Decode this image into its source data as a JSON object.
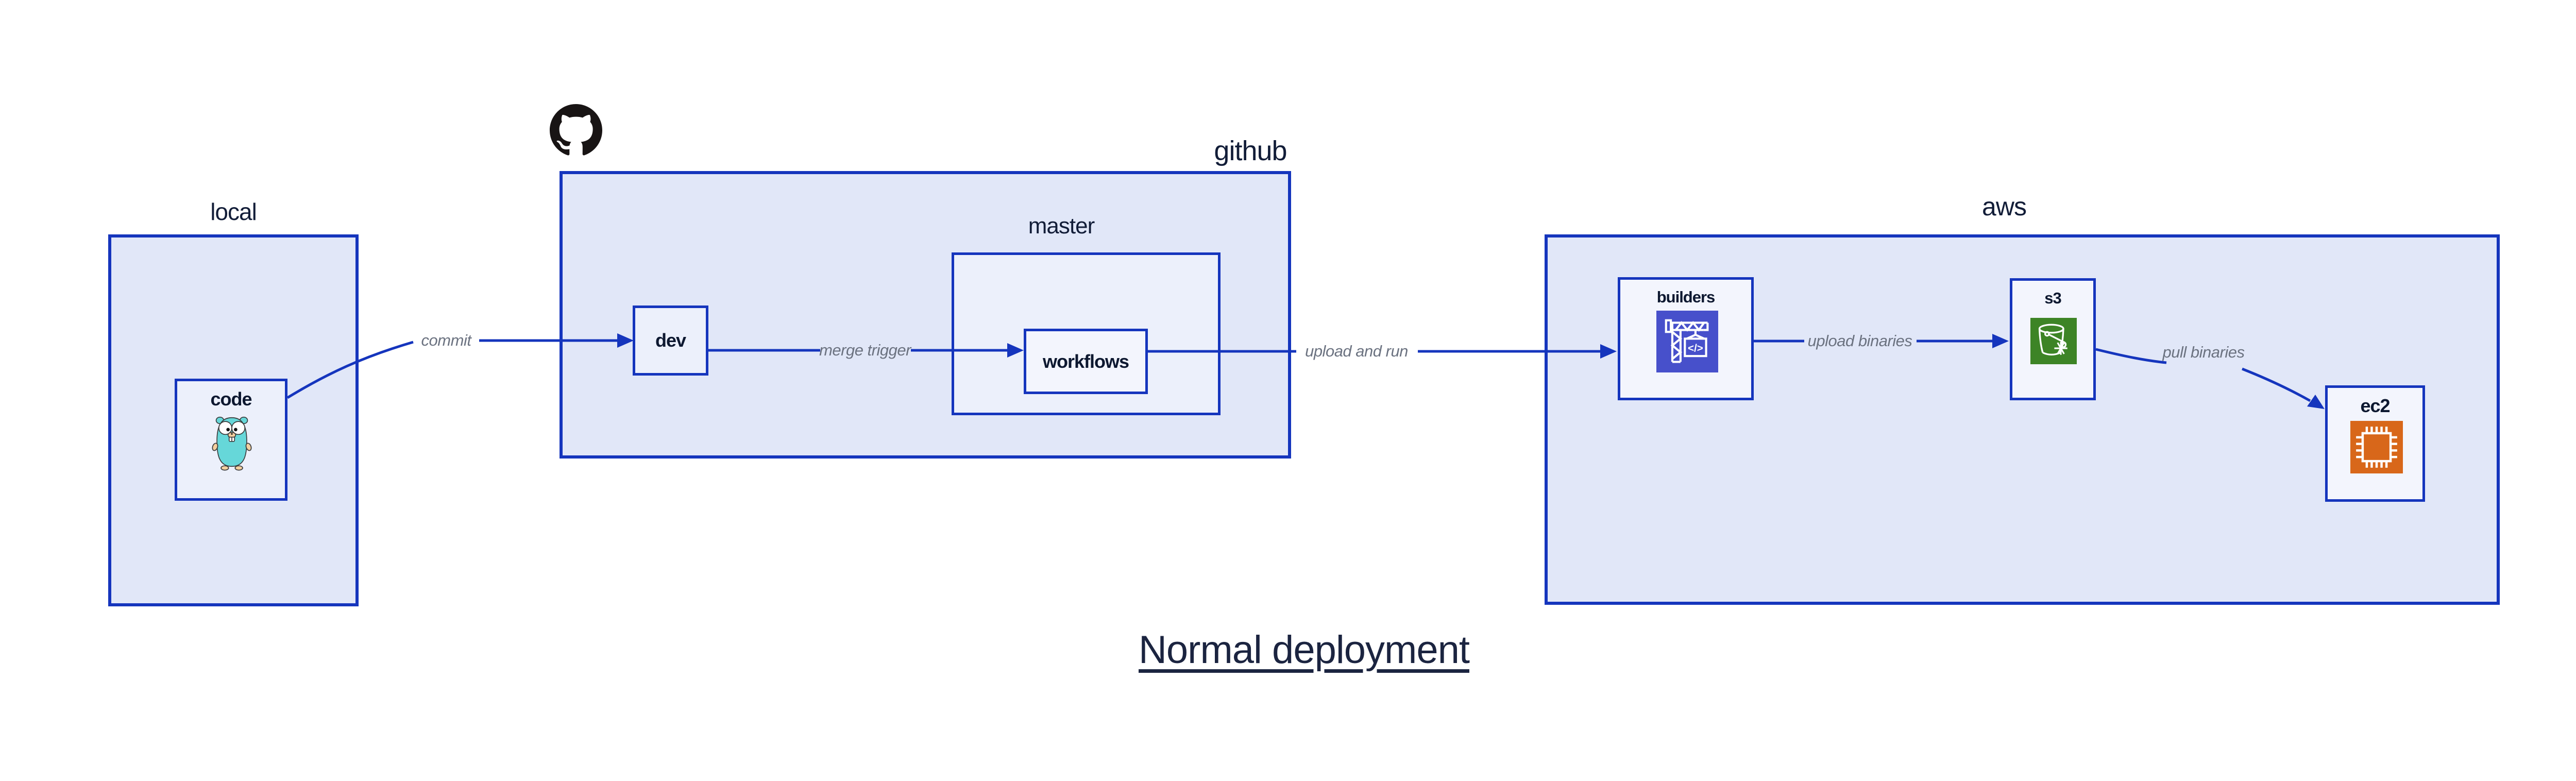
{
  "title": "Normal deployment",
  "groups": {
    "local": {
      "label": "local"
    },
    "github": {
      "label": "github"
    },
    "master": {
      "label": "master"
    },
    "aws": {
      "label": "aws"
    }
  },
  "nodes": {
    "code": {
      "label": "code"
    },
    "dev": {
      "label": "dev"
    },
    "workflows": {
      "label": "workflows"
    },
    "builders": {
      "label": "builders"
    },
    "s3": {
      "label": "s3"
    },
    "ec2": {
      "label": "ec2"
    }
  },
  "edges": {
    "commit": {
      "label": "commit"
    },
    "merge": {
      "label": "merge trigger"
    },
    "upload_run": {
      "label": "upload and run"
    },
    "upload_bin": {
      "label": "upload binaries"
    },
    "pull_bin": {
      "label": "pull binaries"
    }
  },
  "icons": {
    "github": "github-octocat-logo",
    "code": "go-gopher-icon",
    "builders": "aws-codebuild-crane-icon",
    "builders_glyph": "</>",
    "s3": "aws-s3-glacier-bucket-icon",
    "ec2": "aws-ec2-chip-icon"
  },
  "colors": {
    "edge_blue": "#1535bd",
    "box_fill_outer": "#e1e7f8",
    "box_fill_mid": "#ecf0fb",
    "box_fill_inner": "#f3f5fd",
    "label_navy": "#121d38",
    "node_navy": "#0d1830",
    "edge_label_gray": "#6b7280",
    "codebuild_indigo": "#4750cb",
    "glacier_green": "#3d8426",
    "ec2_orange": "#d8671a",
    "octocat_black": "#181414",
    "gopher_teal": "#66d7d9"
  }
}
